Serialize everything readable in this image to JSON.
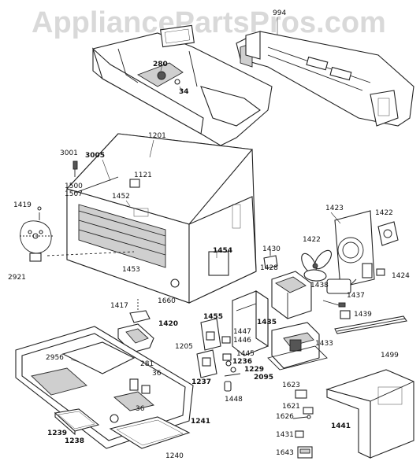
{
  "watermark": "AppliancePartsPros.com",
  "callouts": [
    {
      "id": "994",
      "text": "994"
    },
    {
      "id": "280",
      "text": "280"
    },
    {
      "id": "34",
      "text": "34"
    },
    {
      "id": "3001",
      "text": "3001"
    },
    {
      "id": "3005",
      "text": "3005"
    },
    {
      "id": "1201",
      "text": "1201"
    },
    {
      "id": "1121",
      "text": "1121"
    },
    {
      "id": "1500",
      "text": "1500"
    },
    {
      "id": "1507",
      "text": "1507"
    },
    {
      "id": "1452",
      "text": "1452"
    },
    {
      "id": "1419",
      "text": "1419"
    },
    {
      "id": "2921",
      "text": "2921"
    },
    {
      "id": "1453",
      "text": "1453"
    },
    {
      "id": "1454",
      "text": "1454"
    },
    {
      "id": "1660",
      "text": "1660"
    },
    {
      "id": "1417",
      "text": "1417"
    },
    {
      "id": "1420",
      "text": "1420"
    },
    {
      "id": "1423",
      "text": "1423"
    },
    {
      "id": "1422a",
      "text": "1422"
    },
    {
      "id": "1422b",
      "text": "1422"
    },
    {
      "id": "1424",
      "text": "1424"
    },
    {
      "id": "1430",
      "text": "1430"
    },
    {
      "id": "1428",
      "text": "1428"
    },
    {
      "id": "1438",
      "text": "1438"
    },
    {
      "id": "1437",
      "text": "1437"
    },
    {
      "id": "1439",
      "text": "1439"
    },
    {
      "id": "1455",
      "text": "1455"
    },
    {
      "id": "1435",
      "text": "1435"
    },
    {
      "id": "1447",
      "text": "1447"
    },
    {
      "id": "1446",
      "text": "1446"
    },
    {
      "id": "1205",
      "text": "1205"
    },
    {
      "id": "1445",
      "text": "1445"
    },
    {
      "id": "1236",
      "text": "1236"
    },
    {
      "id": "1229",
      "text": "1229"
    },
    {
      "id": "1433",
      "text": "1433"
    },
    {
      "id": "1499",
      "text": "1499"
    },
    {
      "id": "2956",
      "text": "2956"
    },
    {
      "id": "281",
      "text": "281"
    },
    {
      "id": "36a",
      "text": "36"
    },
    {
      "id": "36b",
      "text": "36"
    },
    {
      "id": "1237",
      "text": "1237"
    },
    {
      "id": "2095",
      "text": "2095"
    },
    {
      "id": "1448",
      "text": "1448"
    },
    {
      "id": "1623",
      "text": "1623"
    },
    {
      "id": "1621",
      "text": "1621"
    },
    {
      "id": "1626",
      "text": "1626"
    },
    {
      "id": "1241",
      "text": "1241"
    },
    {
      "id": "1441",
      "text": "1441"
    },
    {
      "id": "1239",
      "text": "1239"
    },
    {
      "id": "1238",
      "text": "1238"
    },
    {
      "id": "1431",
      "text": "1431"
    },
    {
      "id": "1240",
      "text": "1240"
    },
    {
      "id": "1643",
      "text": "1643"
    }
  ]
}
